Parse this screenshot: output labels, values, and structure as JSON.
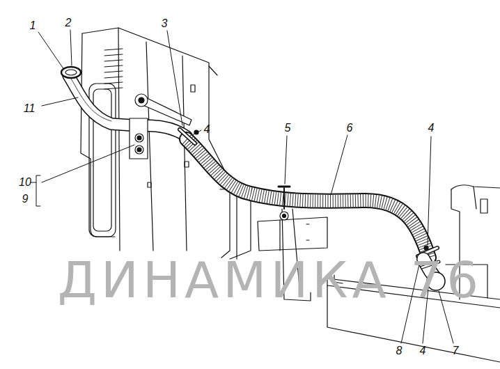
{
  "diagram": {
    "labels": [
      "2",
      "1",
      "3",
      "11",
      "4",
      "5",
      "6",
      "4",
      "10",
      "9",
      "ДИНАМИКА 76",
      "8",
      "4",
      "7"
    ]
  }
}
